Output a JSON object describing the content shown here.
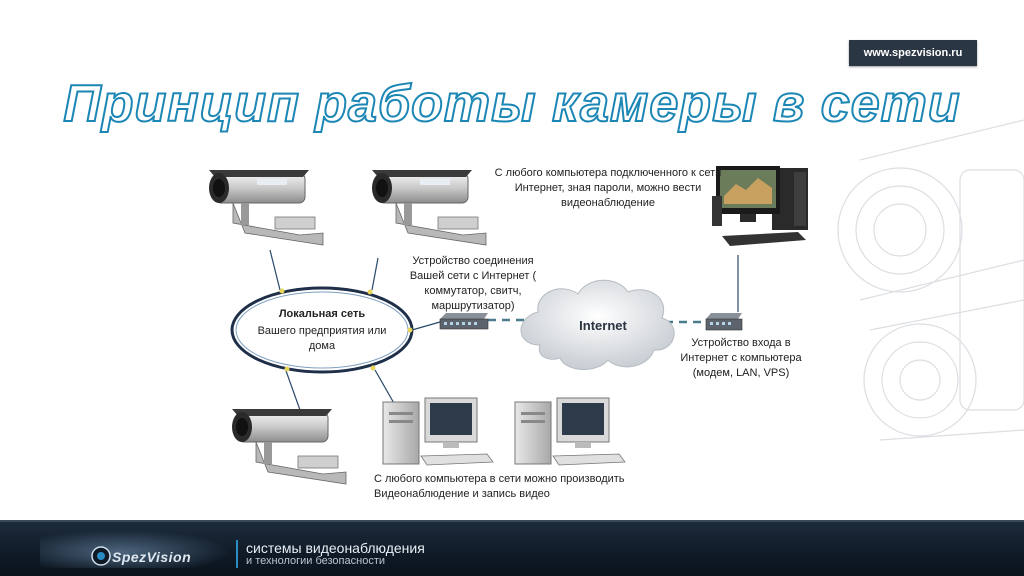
{
  "site_url": "www.spezvision.ru",
  "title": "Принцип работы камеры в сети",
  "labels": {
    "lan_title": "Локальная сеть",
    "lan_sub": "Вашего предприятия или дома",
    "router": "Устройство соединения Вашей сети с Интернет ( коммутатор, свитч, маршрутизатор)",
    "internet": "Internet",
    "remote_pc": "С любого компьютера подключенного к сети Интернет, зная пароли, можно вести видеонаблюдение",
    "modem": "Устройство входа в Интернет с компьютера (модем, LAN, VPS)",
    "local_pc": "С любого компьютера в сети можно производить Видеонаблюдение и запись видео"
  },
  "footer": {
    "brand": "SpezVision",
    "line1": "системы видеонаблюдения",
    "line2": "и технологии безопасности"
  },
  "colors": {
    "title_stroke": "#1c86b5",
    "lan_ring": "#1f2f4a",
    "cable_dash": "#4a7d8c",
    "footer_bg": "#0f1a26"
  }
}
